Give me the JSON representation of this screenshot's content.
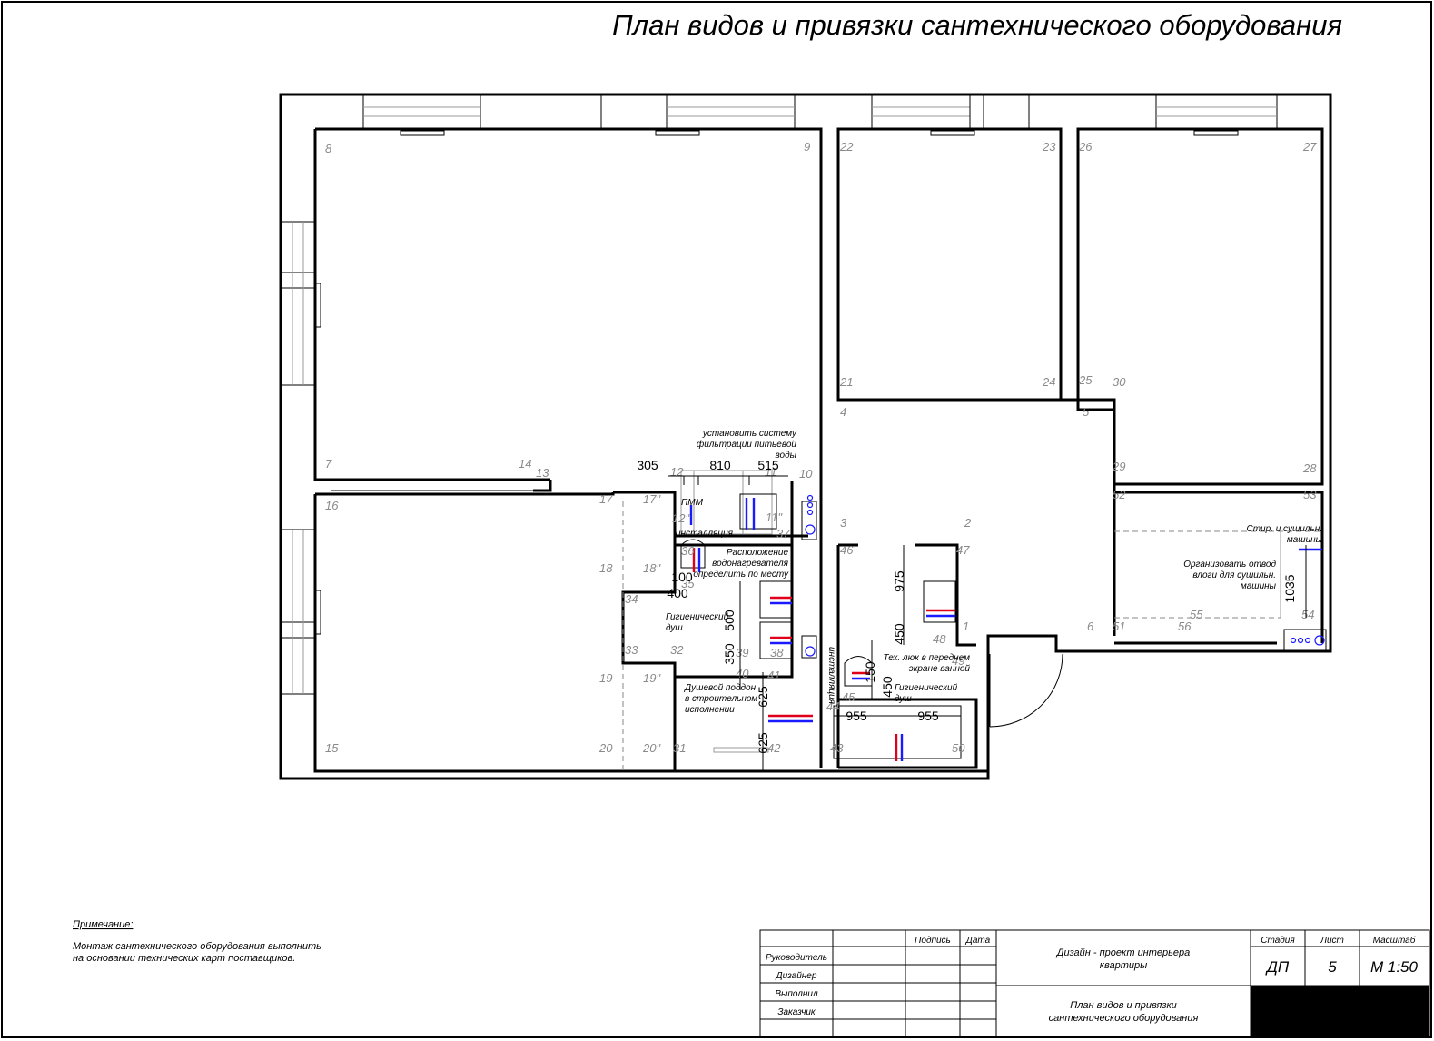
{
  "title": "План видов и привязки сантехнического оборудования",
  "points": [
    {
      "label": "8"
    },
    {
      "label": "9"
    },
    {
      "label": "22"
    },
    {
      "label": "23"
    },
    {
      "label": "26"
    },
    {
      "label": "27"
    },
    {
      "label": "21"
    },
    {
      "label": "24"
    },
    {
      "label": "25"
    },
    {
      "label": "30"
    },
    {
      "label": "4"
    },
    {
      "label": "5"
    },
    {
      "label": "7"
    },
    {
      "label": "14"
    },
    {
      "label": "13"
    },
    {
      "label": "12"
    },
    {
      "label": "11"
    },
    {
      "label": "10"
    },
    {
      "label": "29"
    },
    {
      "label": "28"
    },
    {
      "label": "16"
    },
    {
      "label": "17"
    },
    {
      "label": "17\""
    },
    {
      "label": "12\""
    },
    {
      "label": "11\""
    },
    {
      "label": "52"
    },
    {
      "label": "53"
    },
    {
      "label": "37"
    },
    {
      "label": "36"
    },
    {
      "label": "3"
    },
    {
      "label": "2"
    },
    {
      "label": "46"
    },
    {
      "label": "47"
    },
    {
      "label": "18"
    },
    {
      "label": "18\""
    },
    {
      "label": "35"
    },
    {
      "label": "34"
    },
    {
      "label": "55"
    },
    {
      "label": "54"
    },
    {
      "label": "48"
    },
    {
      "label": "1"
    },
    {
      "label": "6"
    },
    {
      "label": "51"
    },
    {
      "label": "56"
    },
    {
      "label": "33"
    },
    {
      "label": "32"
    },
    {
      "label": "39"
    },
    {
      "label": "38"
    },
    {
      "label": "49"
    },
    {
      "label": "40"
    },
    {
      "label": "41"
    },
    {
      "label": "19"
    },
    {
      "label": "19\""
    },
    {
      "label": "45"
    },
    {
      "label": "44"
    },
    {
      "label": "15"
    },
    {
      "label": "20"
    },
    {
      "label": "20\""
    },
    {
      "label": "31"
    },
    {
      "label": "42"
    },
    {
      "label": "43"
    },
    {
      "label": "50"
    }
  ],
  "dimensions": [
    {
      "value": "305"
    },
    {
      "value": "810"
    },
    {
      "value": "515"
    },
    {
      "value": "100"
    },
    {
      "value": "400"
    },
    {
      "value": "975"
    },
    {
      "value": "500"
    },
    {
      "value": "450"
    },
    {
      "value": "350"
    },
    {
      "value": "150"
    },
    {
      "value": "450"
    },
    {
      "value": "625"
    },
    {
      "value": "625"
    },
    {
      "value": "955"
    },
    {
      "value": "955"
    },
    {
      "value": "1035"
    }
  ],
  "notes": {
    "filter": [
      "установить систему",
      "фильтрации питьевой",
      "воды"
    ],
    "pmm": "ПММ",
    "install1": "инсталляция",
    "heater": [
      "Расположение",
      "водонагревателя",
      "определить по месту"
    ],
    "shower1": [
      "Гигиенический",
      "душ"
    ],
    "tray": [
      "Душевой поддон",
      "в строительном",
      "исполнении"
    ],
    "install2": "инсталляция",
    "hatch": [
      "Тех. люк в переднем",
      "экране ванной"
    ],
    "shower2": [
      "Гигиенический",
      "душ"
    ],
    "washer": [
      "Стир. и сушильн.",
      "машины"
    ],
    "drain": [
      "Организовать отвод",
      "влоги для сушильн.",
      "машины"
    ]
  },
  "remark": {
    "heading": "Примечание:",
    "lines": [
      "Монтаж сантехнического оборудования выполнить",
      "на основании технических карт поставщиков."
    ]
  },
  "title_block": {
    "col_sign": "Подпись",
    "col_date": "Дата",
    "roles": [
      "Руководитель",
      "Дизайнер",
      "Выполнил",
      "Заказчик"
    ],
    "project": [
      "Дизайн - проект интерьера",
      "квартиры"
    ],
    "sheet_title": [
      "План видов и привязки",
      "сантехнического оборудования"
    ],
    "stage_label": "Стадия",
    "sheet_label": "Лист",
    "scale_label": "Масштаб",
    "stage": "ДП",
    "sheet": "5",
    "scale": "М 1:50"
  },
  "colors": {
    "hot": "#e0001a",
    "cold": "#1a1aff",
    "wall": "#000000",
    "label": "#8a8a8a",
    "stamp": "#000000"
  }
}
